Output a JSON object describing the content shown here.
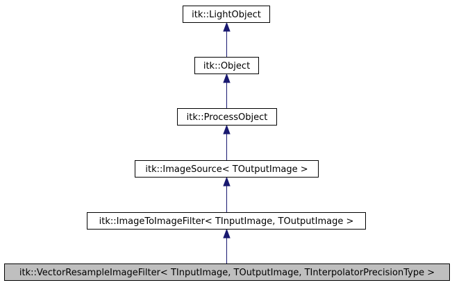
{
  "diagram": {
    "nodes": [
      {
        "id": "light-object",
        "label": "itk::LightObject",
        "current": false
      },
      {
        "id": "object",
        "label": "itk::Object",
        "current": false
      },
      {
        "id": "process-object",
        "label": "itk::ProcessObject",
        "current": false
      },
      {
        "id": "image-source",
        "label": "itk::ImageSource< TOutputImage >",
        "current": false
      },
      {
        "id": "image-to-image-filter",
        "label": "itk::ImageToImageFilter< TInputImage, TOutputImage >",
        "current": false
      },
      {
        "id": "vector-resample-image-filter",
        "label": "itk::VectorResampleImageFilter< TInputImage, TOutputImage, TInterpolatorPrecisionType >",
        "current": true
      }
    ],
    "edges": [
      {
        "from": "object",
        "to": "light-object"
      },
      {
        "from": "process-object",
        "to": "object"
      },
      {
        "from": "image-source",
        "to": "process-object"
      },
      {
        "from": "image-to-image-filter",
        "to": "image-source"
      },
      {
        "from": "vector-resample-image-filter",
        "to": "image-to-image-filter"
      }
    ],
    "colors": {
      "edge": "#191970",
      "node_border": "#000000",
      "node_fill": "#ffffff",
      "current_fill": "#bfbfbf"
    }
  }
}
